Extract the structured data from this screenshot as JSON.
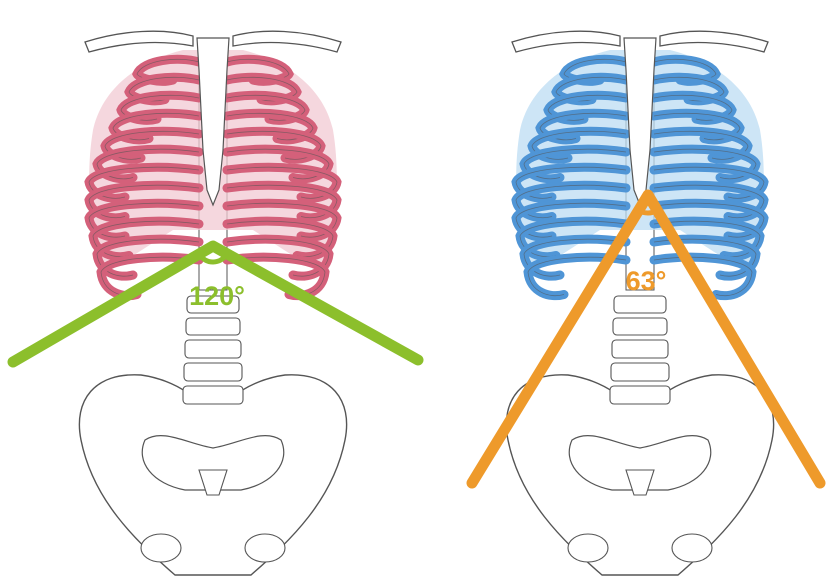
{
  "figures": [
    {
      "id": "left",
      "rib_color": "#d4607a",
      "rib_fill": "#f2c9d3",
      "angle_color": "#8cbf2c",
      "angle_label": "120°",
      "angle_degrees": 120
    },
    {
      "id": "right",
      "rib_color": "#4f95d6",
      "rib_fill": "#bcdcf3",
      "angle_color": "#ee9a2b",
      "angle_label": "63°",
      "angle_degrees": 63
    }
  ],
  "outline_color": "#555555"
}
